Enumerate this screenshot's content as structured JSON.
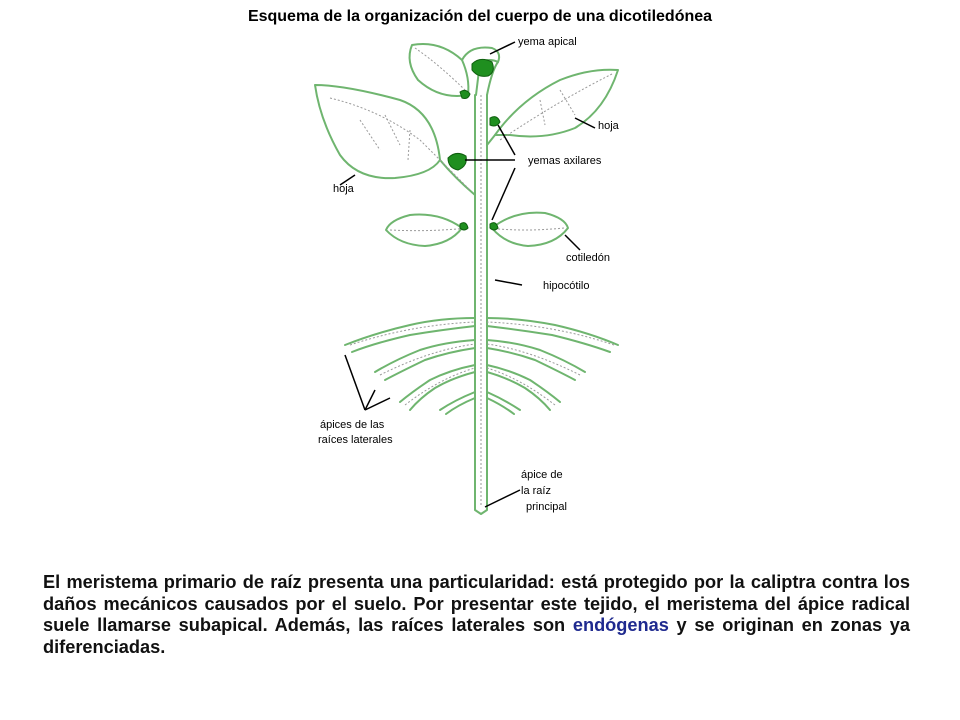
{
  "title": "Esquema de la organización del cuerpo de una dicotiledónea",
  "labels": {
    "yema_apical": "yema apical",
    "hoja_right": "hoja",
    "hoja_left": "hoja",
    "yemas_axilares": "yemas axilares",
    "cotiledon": "cotiledón",
    "hipocotilo": "hipocótilo",
    "apices_lat_1": "ápices de las",
    "apices_lat_2": "raíces laterales",
    "apice_raiz_1": "ápice de",
    "apice_raiz_2": "la raíz",
    "apice_raiz_3": "principal"
  },
  "paragraph": {
    "part1": "El meristema primario de raíz presenta una particularidad: está protegido por la caliptra contra los daños mecánicos causados por el suelo. Por presentar este tejido, el meristema del ápice radical suele llamarse ",
    "bold": "subapical",
    "part2": ". Además, las raíces laterales son ",
    "link": "endógenas",
    "part3": " y se originan en zonas ya diferenciadas."
  },
  "colors": {
    "outline": "#6fb56f",
    "bud": "#1f8f1f",
    "vein": "#9a9a9a",
    "link_text": "#1f2a8f"
  }
}
